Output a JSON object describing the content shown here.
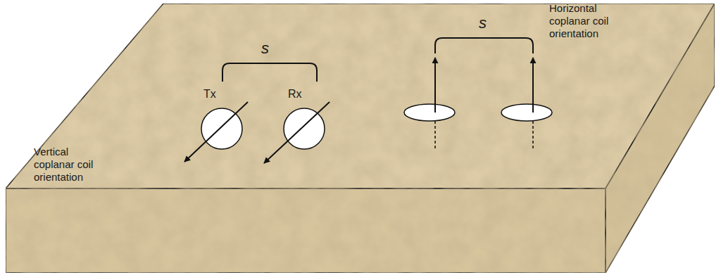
{
  "diagram": {
    "labels": [
      "s",
      "Tx",
      "Rx",
      "Vertical coplanar coil orientation",
      "s",
      "Horizontal coplanar coil orientation"
    ]
  }
}
